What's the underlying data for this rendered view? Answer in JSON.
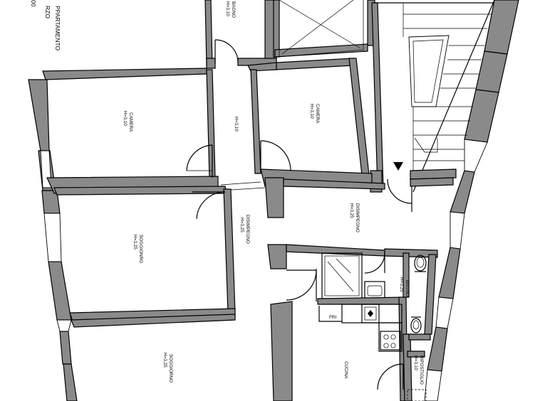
{
  "header": {
    "line_apartment": "PPARTAMENTO",
    "line_floor": "RZO",
    "line_scale": "00"
  },
  "rooms": {
    "bagno_top": {
      "name": "BAGNO",
      "height": "H=3,10"
    },
    "camera_left": {
      "name": "CAMERA",
      "height": "H=3,10"
    },
    "corridor": {
      "name": "",
      "height": "H=3,10"
    },
    "camera_right": {
      "name": "CAMERA",
      "height": "H=3,10"
    },
    "disimpegno_center": {
      "name": "DISIMPEGNO",
      "height": "H=3,25"
    },
    "disimpegno_right": {
      "name": "DISIMPEGNO",
      "height": "H=3,25"
    },
    "soggiorno_1": {
      "name": "SOGGIONRO",
      "height": "H=3,25"
    },
    "soggiorno_2": {
      "name": "SOGGIORNO",
      "height": "H=3,25"
    },
    "bagno_right": {
      "name": "BAGNO",
      "height": "H=3,25"
    },
    "cucina": {
      "name": "CUCINA",
      "height": ""
    },
    "ripostiglio": {
      "name": "RIPOSTIGLIO",
      "height": "H=3,10"
    }
  },
  "fixtures": {
    "fridge_label": "FRI"
  },
  "colors": {
    "wall_fill": "#8a8a8a",
    "line": "#000000",
    "background": "#ffffff"
  }
}
